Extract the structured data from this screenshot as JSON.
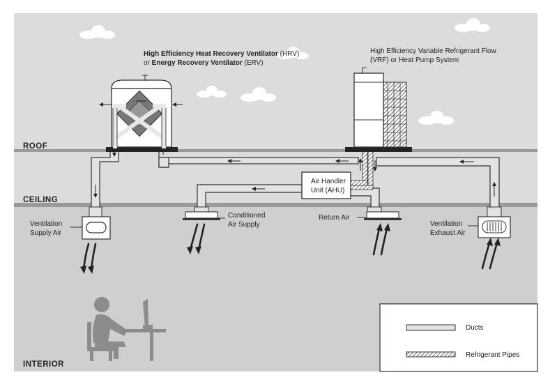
{
  "zones": {
    "roof": "ROOF",
    "ceiling": "CEILING",
    "interior": "INTERIOR"
  },
  "hrv": {
    "line1_bold": "High Efficiency Heat Recovery Ventilator",
    "line1_abbr": " (HRV)",
    "line2_prefix": "or ",
    "line2_bold": "Energy Recovery Ventilator",
    "line2_abbr": " (ERV)"
  },
  "vrf": {
    "line1": "High Efficiency Variable Refrigerant Flow",
    "line2": "(VRF) or Heat Pump System"
  },
  "ahu": {
    "line1": "Air Handler",
    "line2": "Unit (AHU)"
  },
  "terminals": {
    "ventilation_supply": {
      "line1": "Ventilation",
      "line2": "Supply Air"
    },
    "conditioned_supply": {
      "line1": "Conditioned",
      "line2": "Air Supply"
    },
    "return_air": {
      "line1": "Return Air"
    },
    "ventilation_exhaust": {
      "line1": "Ventilation",
      "line2": "Exhaust Air"
    }
  },
  "legend": {
    "ducts": "Ducts",
    "pipes": "Refrigerant Pipes"
  },
  "colors": {
    "roof_bg": "#dcdcdc",
    "interior_bg": "#cfcfcf",
    "band": "#9a9a9a",
    "duct_fill": "#e3e3e3",
    "ink": "#333333",
    "person": "#8c8c8c"
  }
}
